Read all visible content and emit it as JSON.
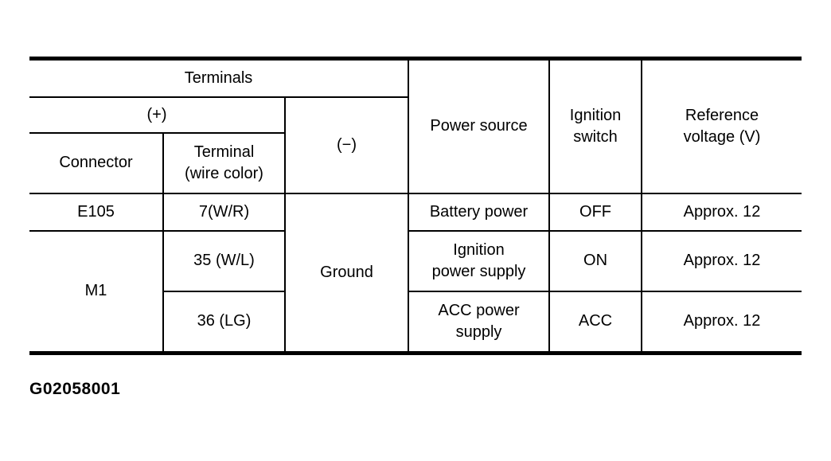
{
  "page": {
    "background": "#ffffff",
    "text_color": "#000000",
    "border_color": "#000000",
    "caption": "G02058001"
  },
  "table": {
    "header": {
      "terminals": "Terminals",
      "plus": "(+)",
      "minus": "(−)",
      "connector": "Connector",
      "terminal_wire_color": "Terminal\n(wire color)",
      "power_source": "Power source",
      "ignition_switch": "Ignition\nswitch",
      "reference_voltage": "Reference\nvoltage (V)"
    },
    "ground_label": "Ground",
    "rows": [
      {
        "connector": "E105",
        "terminal": "7(W/R)",
        "power_source": "Battery power",
        "ignition_switch": "OFF",
        "reference_voltage": "Approx. 12"
      },
      {
        "connector": "M1",
        "terminal": "35 (W/L)",
        "power_source": "Ignition\npower supply",
        "ignition_switch": "ON",
        "reference_voltage": "Approx. 12"
      },
      {
        "terminal": "36 (LG)",
        "power_source": "ACC power\nsupply",
        "ignition_switch": "ACC",
        "reference_voltage": "Approx. 12"
      }
    ]
  }
}
